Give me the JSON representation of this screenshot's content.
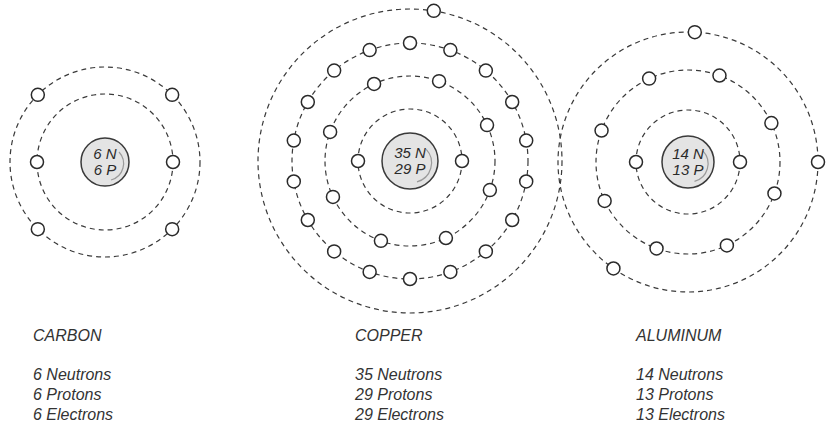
{
  "diagram": {
    "nodes": [
      {
        "text": [
          "6 N",
          "6 P"
        ]
      },
      {
        "text": [
          "35 N",
          "29 P"
        ]
      },
      {
        "text": [
          "14 N",
          "13 P"
        ]
      }
    ],
    "labels": [
      "CARBON",
      "6 Neutrons",
      "6 Protons",
      "6 Electrons",
      "COPPER",
      "35 Neutrons",
      "29 Protons",
      "29 Electrons",
      "ALUMINUM",
      "14 Neutrons",
      "13 Protons",
      "13 Electrons"
    ]
  }
}
